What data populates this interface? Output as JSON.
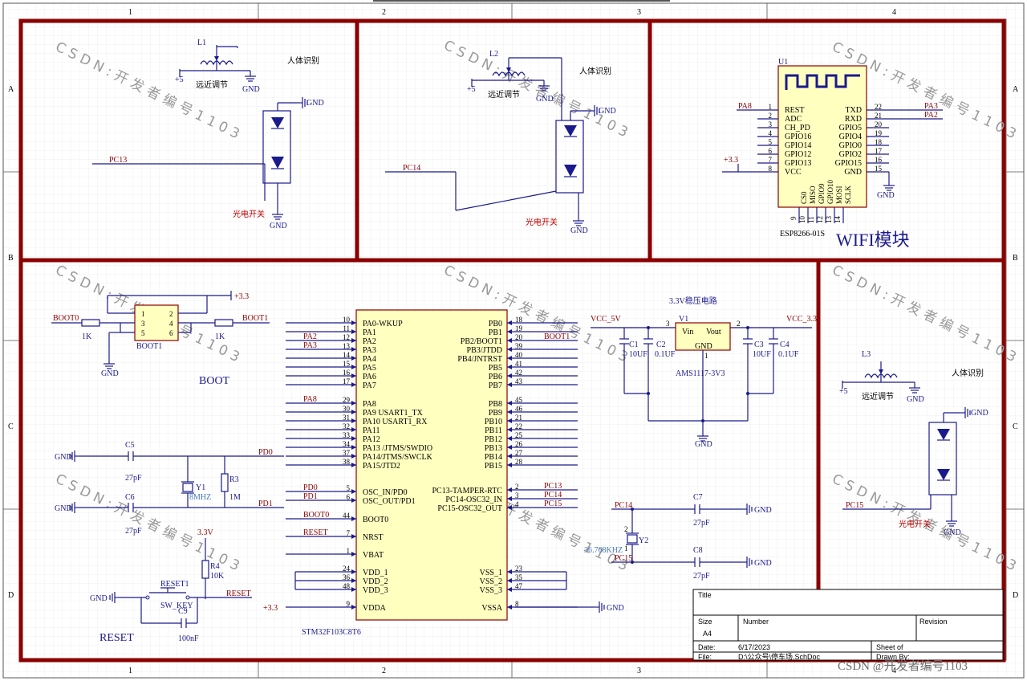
{
  "border": {
    "cols": [
      "1",
      "2",
      "3",
      "4"
    ],
    "rows": [
      "A",
      "B",
      "C",
      "D"
    ]
  },
  "sensor1": {
    "inductor": "L1",
    "adjust": "远近调节",
    "vcc": "+5",
    "gnd": "GND",
    "title": "人体识别",
    "gnd_top": "GND",
    "net": "PC13",
    "switch_label": "光电开关",
    "gnd_bottom": "GND"
  },
  "sensor2": {
    "inductor": "L2",
    "adjust": "远近调节",
    "vcc": "+5",
    "gnd": "GND",
    "title": "人体识别",
    "gnd_top": "GND",
    "net": "PC14",
    "switch_label": "光电开关",
    "gnd_bottom": "GND"
  },
  "sensor3": {
    "inductor": "L3",
    "adjust": "远近调节",
    "vcc": "+5",
    "gnd": "GND",
    "title": "人体识别",
    "gnd_top": "GND",
    "net": "PC15",
    "switch_label": "光电开关",
    "gnd_bottom": "GND"
  },
  "wifi": {
    "designator": "U1",
    "part": "ESP8266-01S",
    "title": "WIFI模块",
    "left_pins": [
      {
        "num": "1",
        "name": "REST"
      },
      {
        "num": "2",
        "name": "ADC"
      },
      {
        "num": "3",
        "name": "CH_PD"
      },
      {
        "num": "4",
        "name": "GPIO16"
      },
      {
        "num": "5",
        "name": "GPIO14"
      },
      {
        "num": "6",
        "name": "GPIO12"
      },
      {
        "num": "7",
        "name": "GPIO13"
      },
      {
        "num": "8",
        "name": "VCC"
      }
    ],
    "right_pins": [
      {
        "num": "22",
        "name": "TXD"
      },
      {
        "num": "21",
        "name": "RXD"
      },
      {
        "num": "20",
        "name": "GPIO5"
      },
      {
        "num": "19",
        "name": "GPIO4"
      },
      {
        "num": "18",
        "name": "GPIO0"
      },
      {
        "num": "17",
        "name": "GPIO2"
      },
      {
        "num": "16",
        "name": "GPIO15"
      },
      {
        "num": "15",
        "name": "GND"
      }
    ],
    "bottom_pins": [
      {
        "num": "9",
        "name": "CS0"
      },
      {
        "num": "10",
        "name": "MISO"
      },
      {
        "num": "11",
        "name": "GPIO9"
      },
      {
        "num": "12",
        "name": "GPIO10"
      },
      {
        "num": "13",
        "name": "MOSI"
      },
      {
        "num": "14",
        "name": "SCLK"
      }
    ],
    "net_pa8": "PA8",
    "net_pa3": "PA3",
    "net_pa2": "PA2",
    "net_vcc": "+3.3",
    "net_gnd": "GND"
  },
  "boot": {
    "net_boot0": "BOOT0",
    "net_boot1": "BOOT1",
    "r_left": "1K",
    "r_right": "1K",
    "designator": "BOOT1",
    "vcc": "+3.3",
    "gnd": "GND",
    "title": "BOOT",
    "pins": [
      "1",
      "2",
      "3",
      "4",
      "5",
      "6"
    ]
  },
  "mcu": {
    "part": "STM32F103C8T6",
    "left_pins": [
      {
        "num": "10",
        "name": "PA0-WKUP",
        "net": ""
      },
      {
        "num": "11",
        "name": "PA1",
        "net": ""
      },
      {
        "num": "12",
        "name": "PA2",
        "net": "PA2"
      },
      {
        "num": "13",
        "name": "PA3",
        "net": "PA3"
      },
      {
        "num": "14",
        "name": "PA4",
        "net": ""
      },
      {
        "num": "15",
        "name": "PA5",
        "net": ""
      },
      {
        "num": "16",
        "name": "PA6",
        "net": ""
      },
      {
        "num": "17",
        "name": "PA7",
        "net": ""
      },
      {
        "num": "29",
        "name": "PA8",
        "net": "PA8"
      },
      {
        "num": "30",
        "name": "PA9 USART1_TX",
        "net": ""
      },
      {
        "num": "31",
        "name": "PA10 USART1_RX",
        "net": ""
      },
      {
        "num": "32",
        "name": "PA11",
        "net": ""
      },
      {
        "num": "33",
        "name": "PA12",
        "net": ""
      },
      {
        "num": "34",
        "name": "PA13 /JTMS/SWDIO",
        "net": ""
      },
      {
        "num": "37",
        "name": "PA14/JTMS/SWCLK",
        "net": ""
      },
      {
        "num": "38",
        "name": "PA15/JTD2",
        "net": ""
      },
      {
        "num": "5",
        "name": "OSC_IN/PD0",
        "net": "PD0"
      },
      {
        "num": "6",
        "name": "OSC_OUT/PD1",
        "net": "PD1"
      },
      {
        "num": "44",
        "name": "BOOT0",
        "net": "BOOT0"
      },
      {
        "num": "7",
        "name": "NRST",
        "net": "RESET"
      },
      {
        "num": "1",
        "name": "VBAT",
        "net": ""
      },
      {
        "num": "24",
        "name": "VDD_1",
        "net": ""
      },
      {
        "num": "36",
        "name": "VDD_2",
        "net": ""
      },
      {
        "num": "48",
        "name": "VDD_3",
        "net": ""
      },
      {
        "num": "9",
        "name": "VDDA",
        "net": "+3.3"
      }
    ],
    "right_pins": [
      {
        "num": "18",
        "name": "PB0",
        "net": ""
      },
      {
        "num": "19",
        "name": "PB1",
        "net": ""
      },
      {
        "num": "20",
        "name": "PB2/BOOT1",
        "net": "BOOT1"
      },
      {
        "num": "39",
        "name": "PB3/JTDD",
        "net": ""
      },
      {
        "num": "40",
        "name": "PB4/JNTRST",
        "net": ""
      },
      {
        "num": "41",
        "name": "PB5",
        "net": ""
      },
      {
        "num": "42",
        "name": "PB6",
        "net": ""
      },
      {
        "num": "43",
        "name": "PB7",
        "net": ""
      },
      {
        "num": "45",
        "name": "PB8",
        "net": ""
      },
      {
        "num": "46",
        "name": "PB9",
        "net": ""
      },
      {
        "num": "21",
        "name": "PB10",
        "net": ""
      },
      {
        "num": "22",
        "name": "PB11",
        "net": ""
      },
      {
        "num": "25",
        "name": "PB12",
        "net": ""
      },
      {
        "num": "26",
        "name": "PB13",
        "net": ""
      },
      {
        "num": "27",
        "name": "PB14",
        "net": ""
      },
      {
        "num": "28",
        "name": "PB15",
        "net": ""
      },
      {
        "num": "2",
        "name": "PC13-TAMPER-RTC",
        "net": "PC13"
      },
      {
        "num": "3",
        "name": "PC14-OSC32_IN",
        "net": "PC14"
      },
      {
        "num": "4",
        "name": "PC15-OSC32_OUT",
        "net": "PC15"
      },
      {
        "num": "23",
        "name": "VSS_1",
        "net": ""
      },
      {
        "num": "35",
        "name": "VSS_2",
        "net": ""
      },
      {
        "num": "47",
        "name": "VSS_3",
        "net": ""
      },
      {
        "num": "8",
        "name": "VSSA",
        "net": "GND"
      }
    ]
  },
  "osc": {
    "c5": "C5",
    "c5_val": "27pF",
    "c6": "C6",
    "c6_val": "27pF",
    "y1": "Y1",
    "y1_val": "8MHZ",
    "r3": "R3",
    "r3_val": "1M",
    "net_pd0": "PD0",
    "net_pd1": "PD1",
    "gnd1": "GND",
    "gnd2": "GND"
  },
  "reset": {
    "vcc": "3.3V",
    "r4": "R4",
    "r4_val": "10K",
    "sw": "RESET1",
    "sw_part": "SW_KEY",
    "c9": "C9",
    "c9_val": "100nF",
    "net": "RESET",
    "gnd": "GND",
    "title": "RESET"
  },
  "power": {
    "title": "3.3V稳压电路",
    "vin_net": "VCC_5V",
    "vout_net": "VCC_3.3",
    "c1": "C1",
    "c1_val": "10UF",
    "c2": "C2",
    "c2_val": "0.1UF",
    "c3": "C3",
    "c3_val": "10UF",
    "c4": "C4",
    "c4_val": "0.1UF",
    "v1": "V1",
    "v1_part": "AMS1117-3V3",
    "vin": "Vin",
    "vout": "Vout",
    "gnd_pin": "GND",
    "pin_in": "3",
    "pin_out": "2",
    "pin_gnd": "1",
    "gnd": "GND"
  },
  "rtc": {
    "net_pc14": "PC14",
    "net_pc15": "PC15",
    "c7": "C7",
    "c7_val": "27pF",
    "c8": "C8",
    "c8_val": "27pF",
    "y2": "Y2",
    "y2_val": "36.768KHZ",
    "pin1": "1",
    "pin2": "2",
    "gnd1": "GND",
    "gnd2": "GND"
  },
  "titleblock": {
    "title_label": "Title",
    "size_label": "Size",
    "size_value": "A4",
    "number_label": "Number",
    "revision_label": "Revision",
    "date_label": "Date:",
    "date_value": "6/17/2023",
    "sheet_label": "Sheet  of",
    "file_label": "File:",
    "file_value": "D:\\公众号\\停车场.SchDoc",
    "drawn_label": "Drawn By:"
  },
  "watermark": {
    "text": "C S D N : 开 发 者 编 号 1 1 0 3",
    "corner": "CSDN @开发者编号1103"
  }
}
